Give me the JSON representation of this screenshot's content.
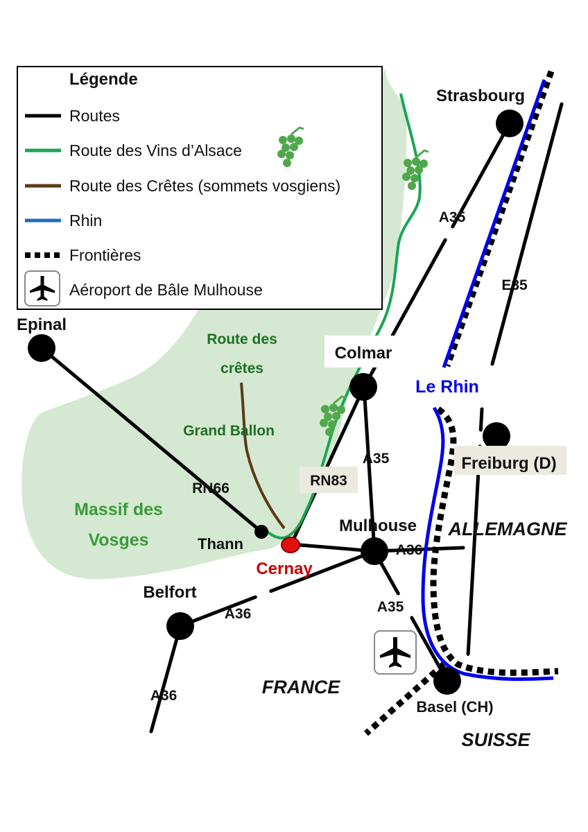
{
  "legend": {
    "title": "Légende",
    "items": [
      {
        "label": "Routes",
        "symbol": "black-line",
        "color": "#000000"
      },
      {
        "label": "Route des Vins d’Alsace",
        "symbol": "green-line",
        "color": "#19a553"
      },
      {
        "label": "Route des Crêtes (sommets vosgiens)",
        "symbol": "brown-line",
        "color": "#5a3a16"
      },
      {
        "label": "Rhin",
        "symbol": "blue-line",
        "color": "#1f6fc0"
      },
      {
        "label": "Frontières",
        "symbol": "dotted-line",
        "color": "#000000"
      },
      {
        "label": "Aéroport de Bâle Mulhouse",
        "symbol": "airplane-icon",
        "color": "#000000"
      }
    ]
  },
  "cities": {
    "strasbourg": "Strasbourg",
    "epinal": "Epinal",
    "colmar": "Colmar",
    "freiburg": "Freiburg (D)",
    "mulhouse": "Mulhouse",
    "thann": "Thann",
    "cernay": "Cernay",
    "belfort": "Belfort",
    "basel": "Basel (CH)"
  },
  "roads": {
    "a35_north": "A35",
    "e35": "E35",
    "a35_mid": "A35",
    "rn83": "RN83",
    "rn66": "RN66",
    "a36_east": "A36",
    "a36_mid": "A36",
    "a35_south": "A35",
    "a36_south": "A36"
  },
  "regions": {
    "massif_line1": "Massif des",
    "massif_line2": "Vosges",
    "cretes_line1": "Route des",
    "cretes_line2": "crêtes",
    "grand_ballon": "Grand Ballon"
  },
  "river_label": "Le Rhin",
  "countries": {
    "france": "FRANCE",
    "allemagne": "ALLEMAGNE",
    "suisse": "SUISSE"
  },
  "colors": {
    "massif_fill": "#d4e8d2",
    "wine_route": "#19a553",
    "grape": "#4fa84a",
    "cretes_route": "#5a3a16",
    "rhine": "#0000ee",
    "legend_rhine": "#1f6fc0",
    "cernay": "#cc0000",
    "river_label": "#0000ee",
    "massif_label": "#3a9a3a",
    "label_box": "#ece9df"
  }
}
